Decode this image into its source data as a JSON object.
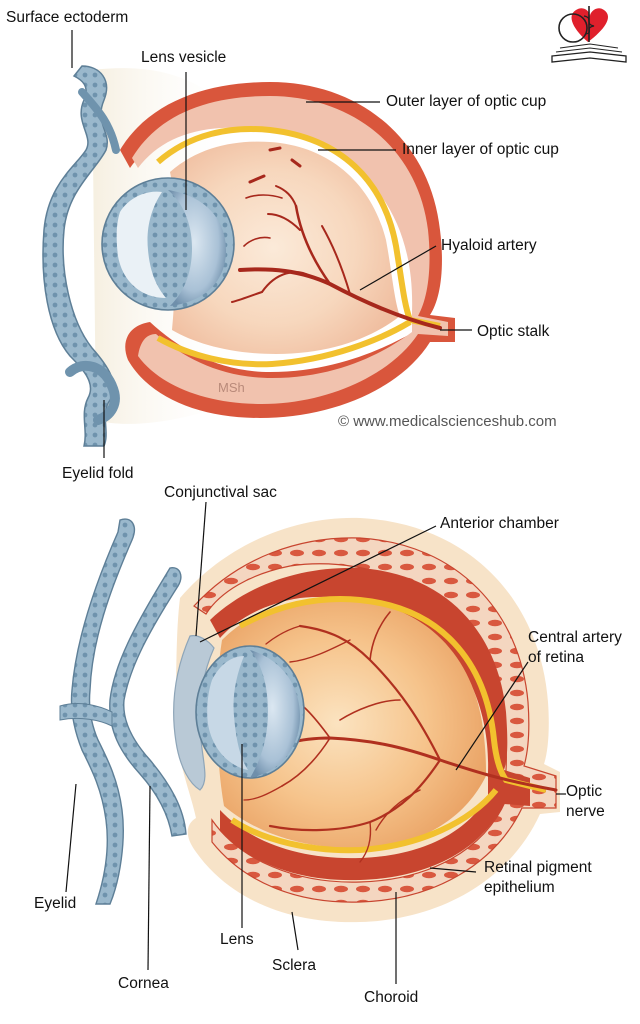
{
  "top_diagram": {
    "labels": {
      "surface_ectoderm": "Surface ectoderm",
      "lens_vesicle": "Lens vesicle",
      "outer_layer": "Outer layer of optic cup",
      "inner_layer": "Inner layer of optic cup",
      "hyaloid_artery": "Hyaloid artery",
      "optic_stalk": "Optic stalk",
      "eyelid_fold": "Eyelid fold"
    },
    "signature": "MSh",
    "watermark": "© www.medicalscienceshub.com"
  },
  "bottom_diagram": {
    "labels": {
      "conjunctival_sac": "Conjunctival sac",
      "anterior_chamber": "Anterior chamber",
      "central_artery_line1": "Central artery",
      "central_artery_line2": "of retina",
      "optic_nerve_line1": "Optic",
      "optic_nerve_line2": "nerve",
      "rpe_line1": "Retinal pigment",
      "rpe_line2": "epithelium",
      "eyelid": "Eyelid",
      "lens": "Lens",
      "cornea": "Cornea",
      "sclera": "Sclera",
      "choroid": "Choroid"
    }
  },
  "colors": {
    "ectoderm": "#9ab8cc",
    "lens": "#a9c1d6",
    "outer_layer": "#d9563c",
    "yellow_layer": "#f2c12e",
    "cup_pink": "#f1c2ae",
    "choroid": "#c8452f",
    "sclera": "#f7e3c8",
    "vessel": "#a7281c",
    "logo_red": "#e0202c"
  }
}
